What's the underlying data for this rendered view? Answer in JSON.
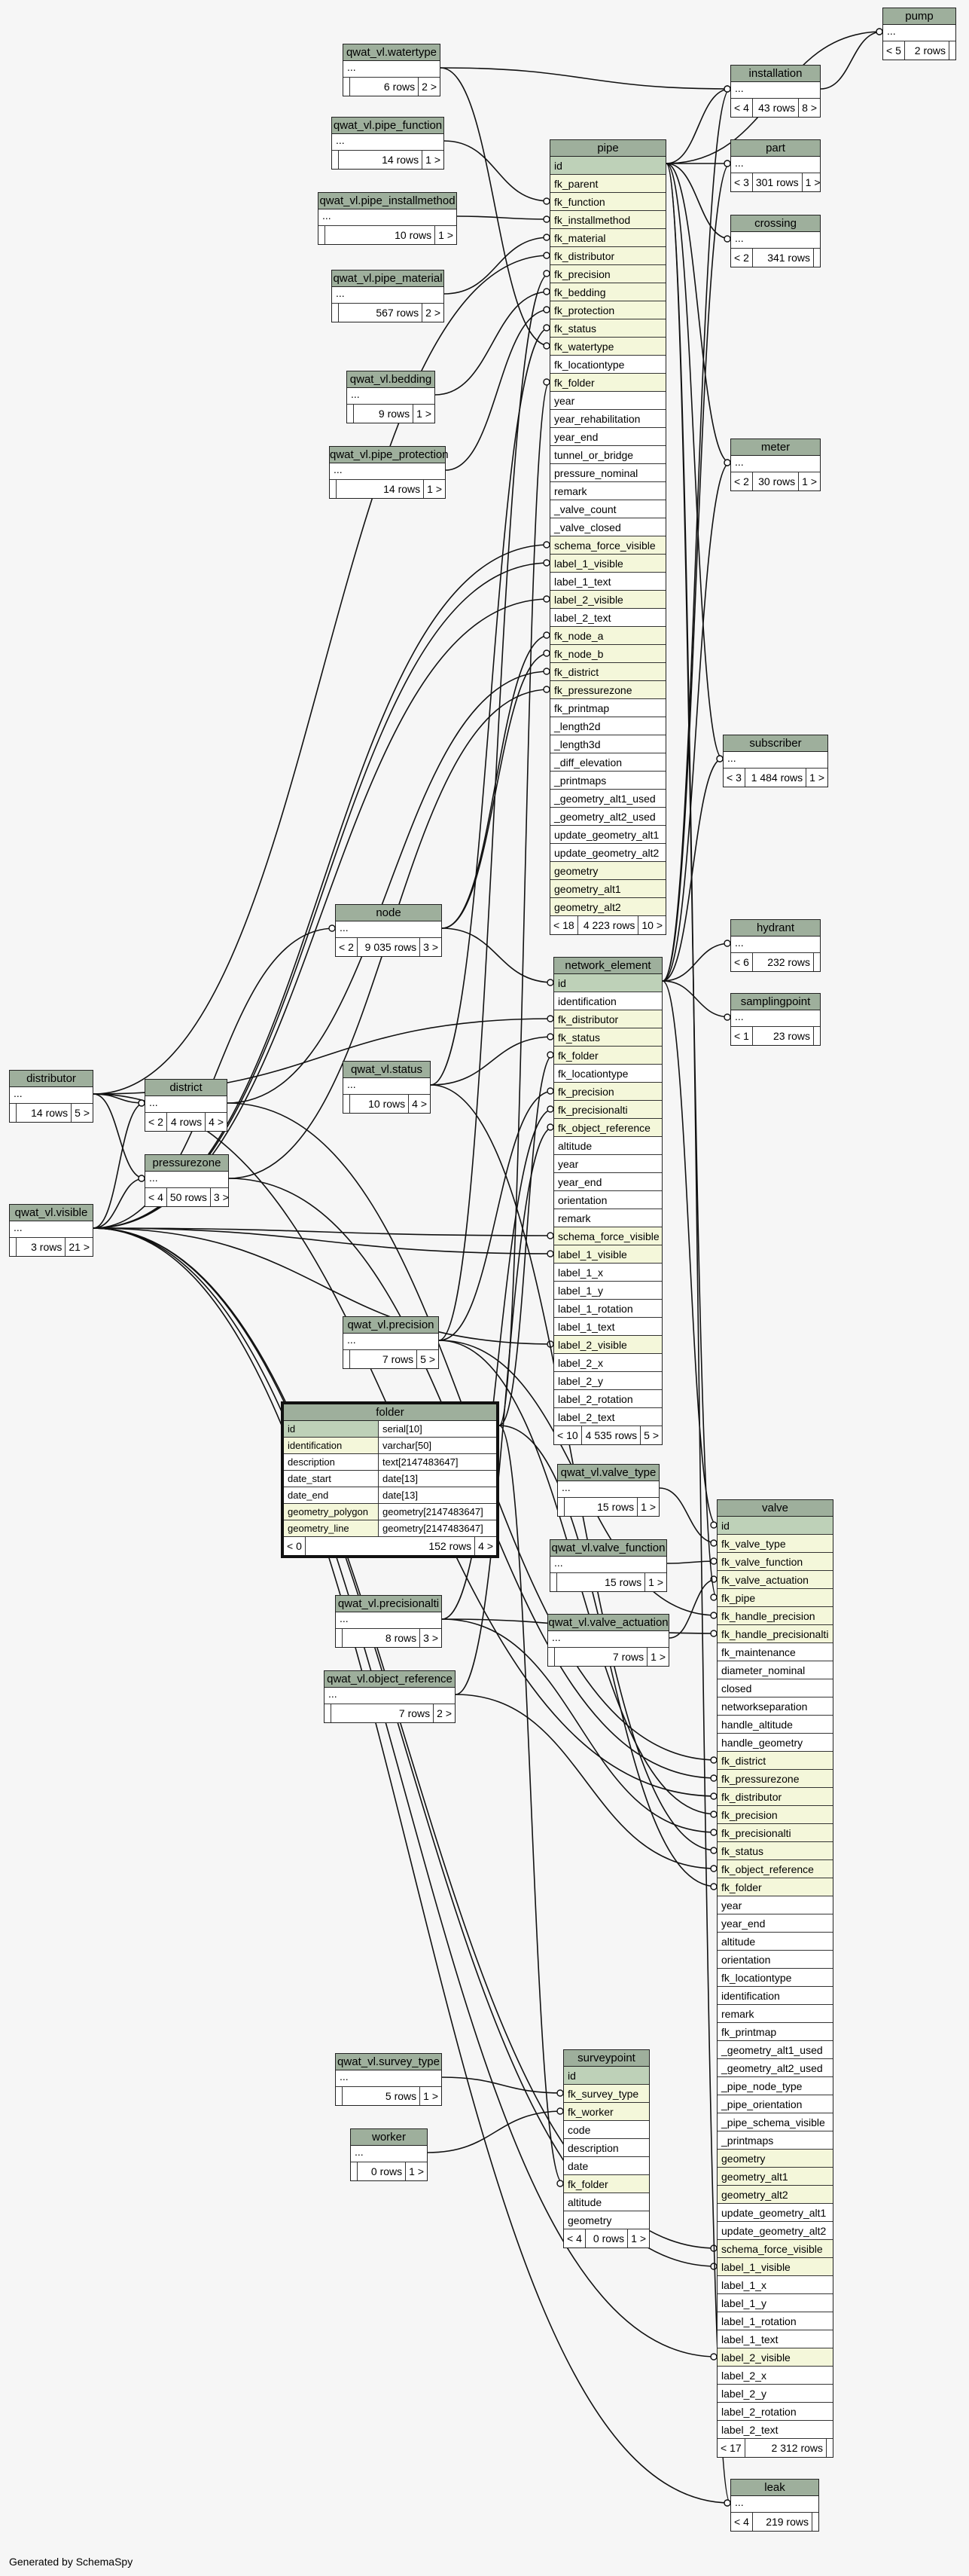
{
  "footer": "Generated by SchemaSpy",
  "tables": {
    "pump": {
      "name": "pump",
      "cols": [],
      "foot": [
        "< 5",
        "2 rows",
        ""
      ]
    },
    "installation": {
      "name": "installation",
      "cols": [],
      "foot": [
        "< 4",
        "43 rows",
        "8 >"
      ]
    },
    "part": {
      "name": "part",
      "cols": [],
      "foot": [
        "< 3",
        "301 rows",
        "1 >"
      ]
    },
    "crossing": {
      "name": "crossing",
      "cols": [],
      "foot": [
        "< 2",
        "341 rows",
        ""
      ]
    },
    "meter": {
      "name": "meter",
      "cols": [],
      "foot": [
        "< 2",
        "30 rows",
        "1 >"
      ]
    },
    "subscriber": {
      "name": "subscriber",
      "cols": [],
      "foot": [
        "< 3",
        "1 484 rows",
        "1 >"
      ]
    },
    "hydrant": {
      "name": "hydrant",
      "cols": [],
      "foot": [
        "< 6",
        "232 rows",
        ""
      ]
    },
    "samplingpoint": {
      "name": "samplingpoint",
      "cols": [],
      "foot": [
        "< 1",
        "23 rows",
        ""
      ]
    },
    "watertype": {
      "name": "qwat_vl.watertype",
      "cols": [],
      "foot": [
        "",
        "6 rows",
        "2 >"
      ]
    },
    "pipe_function": {
      "name": "qwat_vl.pipe_function",
      "cols": [],
      "foot": [
        "",
        "14 rows",
        "1 >"
      ]
    },
    "pipe_installmethod": {
      "name": "qwat_vl.pipe_installmethod",
      "cols": [],
      "foot": [
        "",
        "10 rows",
        "1 >"
      ]
    },
    "pipe_material": {
      "name": "qwat_vl.pipe_material",
      "cols": [],
      "foot": [
        "",
        "567 rows",
        "2 >"
      ]
    },
    "bedding": {
      "name": "qwat_vl.bedding",
      "cols": [],
      "foot": [
        "",
        "9 rows",
        "1 >"
      ]
    },
    "pipe_protection": {
      "name": "qwat_vl.pipe_protection",
      "cols": [],
      "foot": [
        "",
        "14 rows",
        "1 >"
      ]
    },
    "node": {
      "name": "node",
      "cols": [],
      "foot": [
        "< 2",
        "9 035 rows",
        "3 >"
      ]
    },
    "distributor": {
      "name": "distributor",
      "cols": [],
      "foot": [
        "",
        "14 rows",
        "5 >"
      ]
    },
    "district": {
      "name": "district",
      "cols": [],
      "foot": [
        "< 2",
        "4 rows",
        "4 >"
      ]
    },
    "pressurezone": {
      "name": "pressurezone",
      "cols": [],
      "foot": [
        "< 4",
        "50 rows",
        "3 >"
      ]
    },
    "visible": {
      "name": "qwat_vl.visible",
      "cols": [],
      "foot": [
        "",
        "3 rows",
        "21 >"
      ]
    },
    "status": {
      "name": "qwat_vl.status",
      "cols": [],
      "foot": [
        "",
        "10 rows",
        "4 >"
      ]
    },
    "precision": {
      "name": "qwat_vl.precision",
      "cols": [],
      "foot": [
        "",
        "7 rows",
        "5 >"
      ]
    },
    "valve_type": {
      "name": "qwat_vl.valve_type",
      "cols": [],
      "foot": [
        "",
        "15 rows",
        "1 >"
      ]
    },
    "valve_function": {
      "name": "qwat_vl.valve_function",
      "cols": [],
      "foot": [
        "",
        "15 rows",
        "1 >"
      ]
    },
    "valve_actuation": {
      "name": "qwat_vl.valve_actuation",
      "cols": [],
      "foot": [
        "",
        "7 rows",
        "1 >"
      ]
    },
    "precisionalti": {
      "name": "qwat_vl.precisionalti",
      "cols": [],
      "foot": [
        "",
        "8 rows",
        "3 >"
      ]
    },
    "object_reference": {
      "name": "qwat_vl.object_reference",
      "cols": [],
      "foot": [
        "",
        "7 rows",
        "2 >"
      ]
    },
    "survey_type": {
      "name": "qwat_vl.survey_type",
      "cols": [],
      "foot": [
        "",
        "5 rows",
        "1 >"
      ]
    },
    "worker": {
      "name": "worker",
      "cols": [],
      "foot": [
        "",
        "0 rows",
        "1 >"
      ]
    },
    "leak": {
      "name": "leak",
      "cols": [],
      "foot": [
        "< 4",
        "219 rows",
        ""
      ]
    },
    "pipe": {
      "name": "pipe",
      "foot": [
        "< 18",
        "4 223 rows",
        "10 >"
      ],
      "cols": [
        [
          "id",
          "pk"
        ],
        [
          "fk_parent",
          "fk"
        ],
        [
          "fk_function",
          "fk"
        ],
        [
          "fk_installmethod",
          "fk"
        ],
        [
          "fk_material",
          "fk"
        ],
        [
          "fk_distributor",
          "fk"
        ],
        [
          "fk_precision",
          "fk"
        ],
        [
          "fk_bedding",
          "fk"
        ],
        [
          "fk_protection",
          "fk"
        ],
        [
          "fk_status",
          "fk"
        ],
        [
          "fk_watertype",
          "fk"
        ],
        [
          "fk_locationtype",
          ""
        ],
        [
          "fk_folder",
          "fk"
        ],
        [
          "year",
          ""
        ],
        [
          "year_rehabilitation",
          ""
        ],
        [
          "year_end",
          ""
        ],
        [
          "tunnel_or_bridge",
          ""
        ],
        [
          "pressure_nominal",
          ""
        ],
        [
          "remark",
          ""
        ],
        [
          "_valve_count",
          ""
        ],
        [
          "_valve_closed",
          ""
        ],
        [
          "schema_force_visible",
          "fk"
        ],
        [
          "label_1_visible",
          "fk"
        ],
        [
          "label_1_text",
          ""
        ],
        [
          "label_2_visible",
          "fk"
        ],
        [
          "label_2_text",
          ""
        ],
        [
          "fk_node_a",
          "fk"
        ],
        [
          "fk_node_b",
          "fk"
        ],
        [
          "fk_district",
          "fk"
        ],
        [
          "fk_pressurezone",
          "fk"
        ],
        [
          "fk_printmap",
          ""
        ],
        [
          "_length2d",
          ""
        ],
        [
          "_length3d",
          ""
        ],
        [
          "_diff_elevation",
          ""
        ],
        [
          "_printmaps",
          ""
        ],
        [
          "_geometry_alt1_used",
          ""
        ],
        [
          "_geometry_alt2_used",
          ""
        ],
        [
          "update_geometry_alt1",
          ""
        ],
        [
          "update_geometry_alt2",
          ""
        ],
        [
          "geometry",
          "fk"
        ],
        [
          "geometry_alt1",
          "fk"
        ],
        [
          "geometry_alt2",
          "fk"
        ]
      ]
    },
    "network_element": {
      "name": "network_element",
      "foot": [
        "< 10",
        "4 535 rows",
        "5 >"
      ],
      "cols": [
        [
          "id",
          "pk"
        ],
        [
          "identification",
          ""
        ],
        [
          "fk_distributor",
          "fk"
        ],
        [
          "fk_status",
          "fk"
        ],
        [
          "fk_folder",
          "fk"
        ],
        [
          "fk_locationtype",
          ""
        ],
        [
          "fk_precision",
          "fk"
        ],
        [
          "fk_precisionalti",
          "fk"
        ],
        [
          "fk_object_reference",
          "fk"
        ],
        [
          "altitude",
          ""
        ],
        [
          "year",
          ""
        ],
        [
          "year_end",
          ""
        ],
        [
          "orientation",
          ""
        ],
        [
          "remark",
          ""
        ],
        [
          "schema_force_visible",
          "fk"
        ],
        [
          "label_1_visible",
          "fk"
        ],
        [
          "label_1_x",
          ""
        ],
        [
          "label_1_y",
          ""
        ],
        [
          "label_1_rotation",
          ""
        ],
        [
          "label_1_text",
          ""
        ],
        [
          "label_2_visible",
          "fk"
        ],
        [
          "label_2_x",
          ""
        ],
        [
          "label_2_y",
          ""
        ],
        [
          "label_2_rotation",
          ""
        ],
        [
          "label_2_text",
          ""
        ]
      ]
    },
    "valve": {
      "name": "valve",
      "foot": [
        "< 17",
        "2 312 rows",
        ""
      ],
      "cols": [
        [
          "id",
          "pk"
        ],
        [
          "fk_valve_type",
          "fk"
        ],
        [
          "fk_valve_function",
          "fk"
        ],
        [
          "fk_valve_actuation",
          "fk"
        ],
        [
          "fk_pipe",
          "fk"
        ],
        [
          "fk_handle_precision",
          "fk"
        ],
        [
          "fk_handle_precisionalti",
          "fk"
        ],
        [
          "fk_maintenance",
          ""
        ],
        [
          "diameter_nominal",
          ""
        ],
        [
          "closed",
          ""
        ],
        [
          "networkseparation",
          ""
        ],
        [
          "handle_altitude",
          ""
        ],
        [
          "handle_geometry",
          ""
        ],
        [
          "fk_district",
          "fk"
        ],
        [
          "fk_pressurezone",
          "fk"
        ],
        [
          "fk_distributor",
          "fk"
        ],
        [
          "fk_precision",
          "fk"
        ],
        [
          "fk_precisionalti",
          "fk"
        ],
        [
          "fk_status",
          "fk"
        ],
        [
          "fk_object_reference",
          "fk"
        ],
        [
          "fk_folder",
          "fk"
        ],
        [
          "year",
          ""
        ],
        [
          "year_end",
          ""
        ],
        [
          "altitude",
          ""
        ],
        [
          "orientation",
          ""
        ],
        [
          "fk_locationtype",
          ""
        ],
        [
          "identification",
          ""
        ],
        [
          "remark",
          ""
        ],
        [
          "fk_printmap",
          ""
        ],
        [
          "_geometry_alt1_used",
          ""
        ],
        [
          "_geometry_alt2_used",
          ""
        ],
        [
          "_pipe_node_type",
          ""
        ],
        [
          "_pipe_orientation",
          ""
        ],
        [
          "_pipe_schema_visible",
          ""
        ],
        [
          "_printmaps",
          ""
        ],
        [
          "geometry",
          "fk"
        ],
        [
          "geometry_alt1",
          "fk"
        ],
        [
          "geometry_alt2",
          "fk"
        ],
        [
          "update_geometry_alt1",
          ""
        ],
        [
          "update_geometry_alt2",
          ""
        ],
        [
          "schema_force_visible",
          "fk"
        ],
        [
          "label_1_visible",
          "fk"
        ],
        [
          "label_1_x",
          ""
        ],
        [
          "label_1_y",
          ""
        ],
        [
          "label_1_rotation",
          ""
        ],
        [
          "label_1_text",
          ""
        ],
        [
          "label_2_visible",
          "fk"
        ],
        [
          "label_2_x",
          ""
        ],
        [
          "label_2_y",
          ""
        ],
        [
          "label_2_rotation",
          ""
        ],
        [
          "label_2_text",
          ""
        ]
      ]
    },
    "surveypoint": {
      "name": "surveypoint",
      "foot": [
        "< 4",
        "0 rows",
        "1 >"
      ],
      "cols": [
        [
          "id",
          "pk"
        ],
        [
          "fk_survey_type",
          "fk"
        ],
        [
          "fk_worker",
          "fk"
        ],
        [
          "code",
          ""
        ],
        [
          "description",
          ""
        ],
        [
          "date",
          ""
        ],
        [
          "fk_folder",
          "fk"
        ],
        [
          "altitude",
          ""
        ],
        [
          "geometry",
          ""
        ]
      ]
    },
    "folder": {
      "name": "folder",
      "foot": [
        "< 0",
        "152 rows",
        "4 >"
      ],
      "cols": [
        [
          "id",
          "serial[10]",
          "pk"
        ],
        [
          "identification",
          "varchar[50]",
          "fk"
        ],
        [
          "description",
          "text[2147483647]",
          ""
        ],
        [
          "date_start",
          "date[13]",
          ""
        ],
        [
          "date_end",
          "date[13]",
          ""
        ],
        [
          "geometry_polygon",
          "geometry[2147483647]",
          "fk"
        ],
        [
          "geometry_line",
          "geometry[2147483647]",
          "fk"
        ]
      ]
    }
  }
}
